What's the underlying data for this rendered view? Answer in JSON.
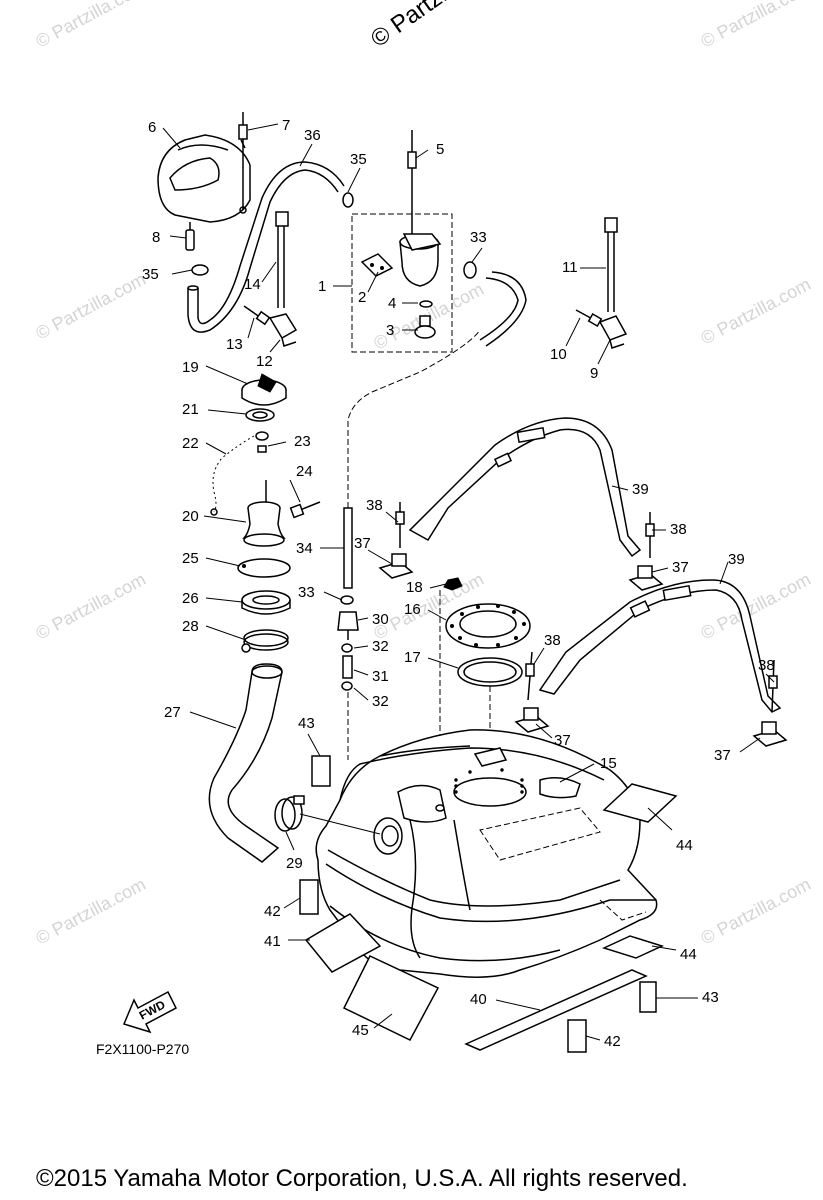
{
  "watermarks": {
    "top": "© Partzilla",
    "repeat": "© Partzilla.com"
  },
  "diagram_code": "F2X1100-P270",
  "fwd_label": "FWD",
  "copyright": "©2015  Yamaha Motor Corporation, U.S.A. All rights reserved.",
  "callouts": {
    "c1": "1",
    "c2": "2",
    "c3": "3",
    "c4": "4",
    "c5": "5",
    "c6": "6",
    "c7": "7",
    "c8": "8",
    "c9": "9",
    "c10": "10",
    "c11": "11",
    "c12": "12",
    "c13": "13",
    "c14": "14",
    "c15": "15",
    "c16": "16",
    "c17": "17",
    "c18": "18",
    "c19": "19",
    "c20": "20",
    "c21": "21",
    "c22": "22",
    "c23": "23",
    "c24": "24",
    "c25": "25",
    "c26": "26",
    "c27": "27",
    "c28": "28",
    "c29": "29",
    "c30": "30",
    "c31": "31",
    "c32": "32",
    "c33": "33",
    "c34": "34",
    "c35": "35",
    "c36": "36",
    "c37": "37",
    "c38": "38",
    "c39": "39",
    "c40": "40",
    "c41": "41",
    "c42": "42",
    "c43": "43",
    "c44": "44",
    "c45": "45"
  }
}
